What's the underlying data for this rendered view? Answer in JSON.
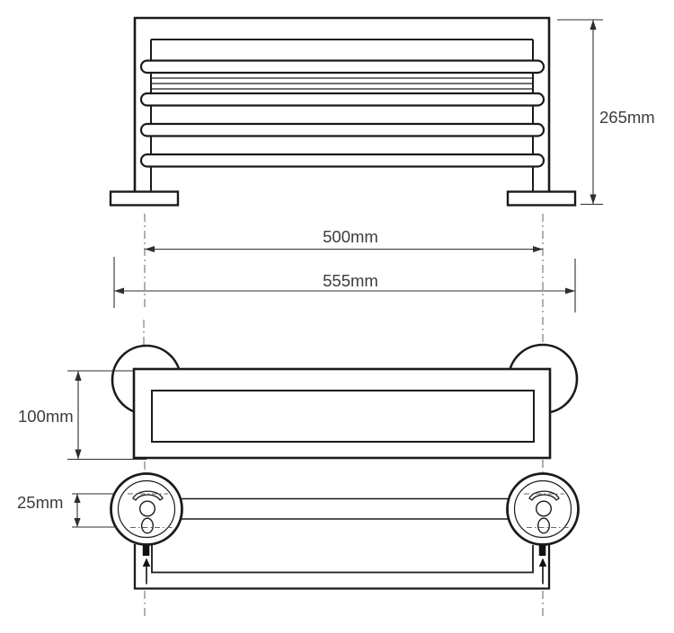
{
  "labels": {
    "height": "265mm",
    "center_width": "500mm",
    "overall_width": "555mm",
    "depth": "100mm",
    "hole_spacing": "25mm"
  },
  "colors": {
    "line": "#1a1a1a",
    "dimension": "#2e2e2e",
    "centerline": "#7d7d7d",
    "text": "#3c3c3c",
    "background": "#ffffff"
  }
}
